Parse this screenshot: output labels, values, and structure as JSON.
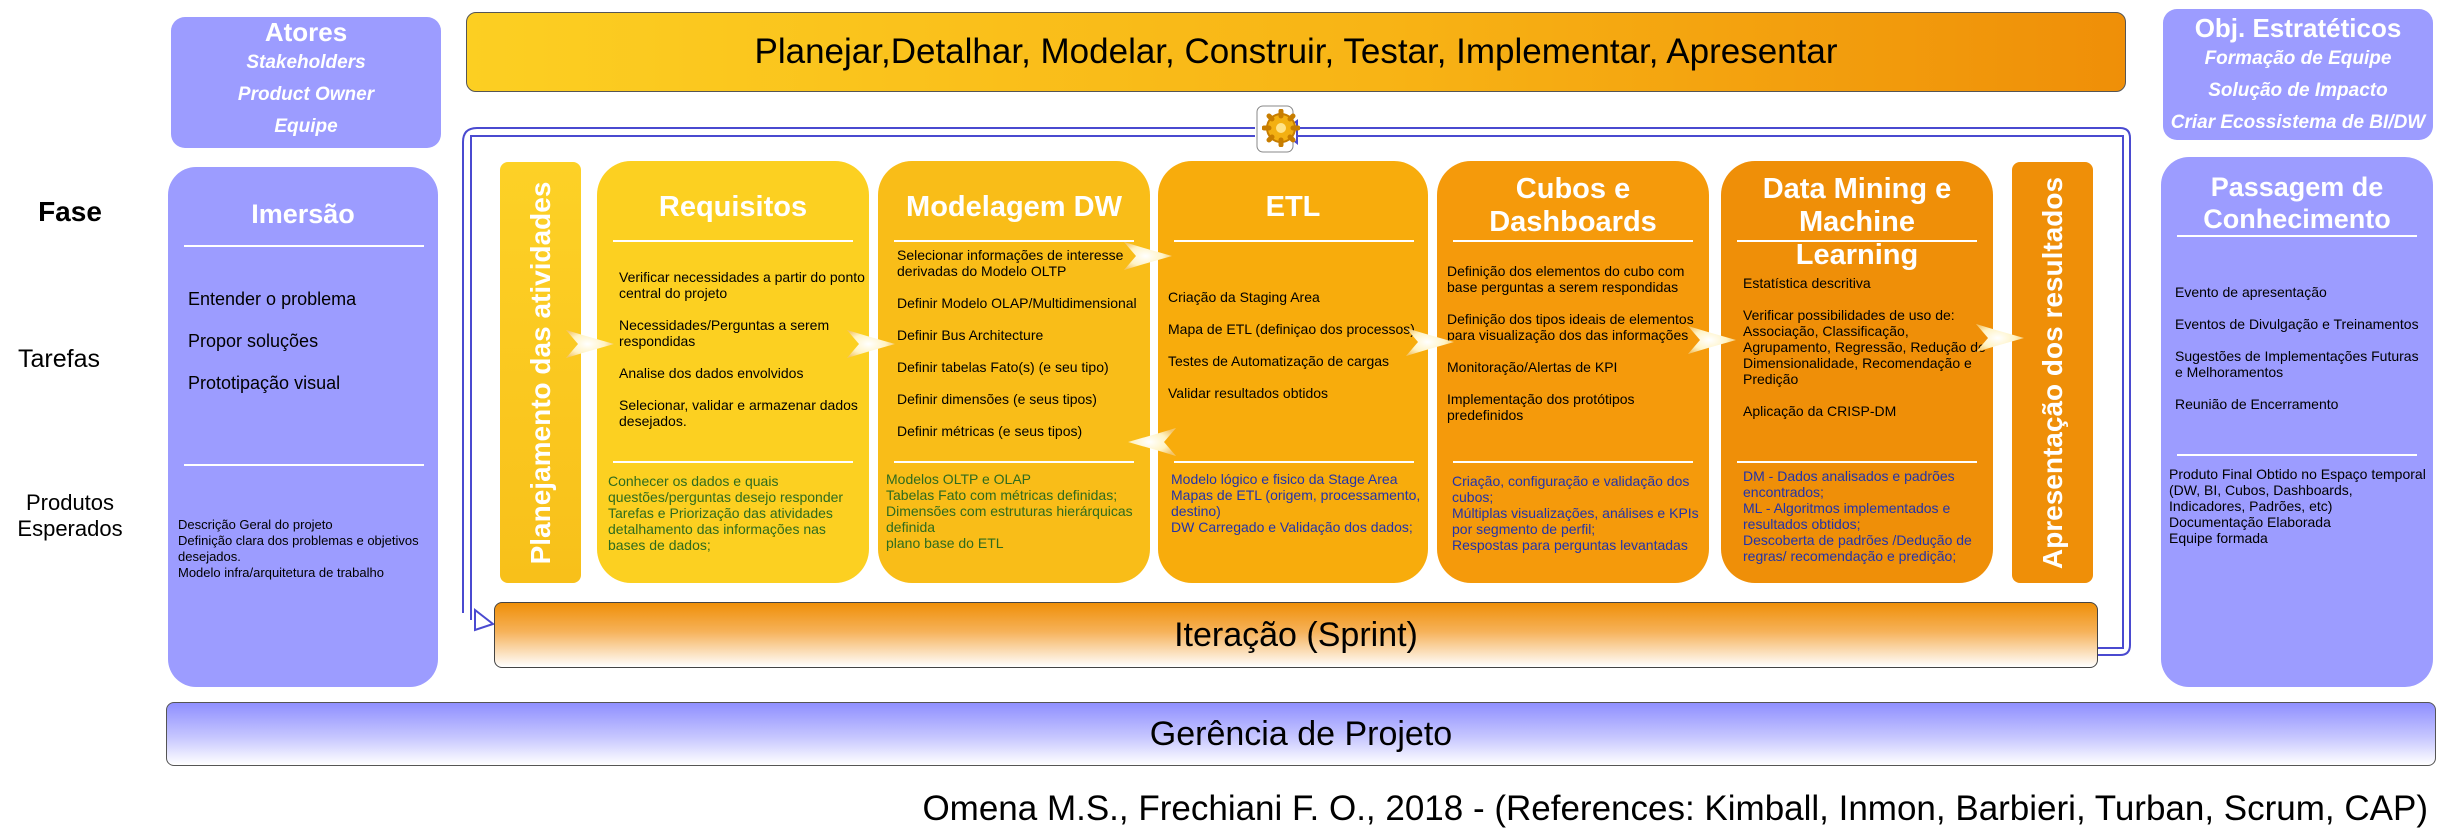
{
  "left_labels": {
    "fase": "Fase",
    "tarefas": "Tarefas",
    "produtos": "Produtos\nEsperados"
  },
  "atores": {
    "title": "Atores",
    "items": [
      "Stakeholders",
      "Product Owner",
      "Equipe"
    ]
  },
  "objetivos": {
    "title": "Obj. Estratéticos",
    "items": [
      "Formação de Equipe",
      "Solução de Impacto",
      "Criar Ecossistema de BI/DW"
    ]
  },
  "top_banner": "Planejar,Detalhar, Modelar, Construir, Testar, Implementar, Apresentar",
  "imersao": {
    "title": "Imersão",
    "tasks": [
      "Entender o problema",
      "Propor soluções",
      "Prototipação visual"
    ],
    "products": [
      "Descrição Geral do projeto",
      "Definição clara dos problemas e objetivos desejados.",
      "Modelo infra/arquitetura de trabalho"
    ]
  },
  "planejamento": "Planejamento das atividades",
  "apresentacao": "Apresentação dos resultados",
  "phases": [
    {
      "title": "Requisitos",
      "tasks": [
        "Verificar necessidades a partir do ponto central do projeto",
        "Necessidades/Perguntas a serem respondidas",
        "Analise dos dados envolvidos",
        "Selecionar,  validar e armazenar dados desejados."
      ],
      "products": [
        "Conhecer os dados e quais questões/perguntas desejo responder",
        "Tarefas e Priorização das atividades detalhamento das informações nas bases de dados;"
      ]
    },
    {
      "title": "Modelagem DW",
      "tasks": [
        "Selecionar informações de interesse derivadas do Modelo OLTP",
        "Definir Modelo OLAP/Multidimensional",
        "Definir Bus Architecture",
        "Definir tabelas Fato(s) (e seu tipo)",
        "Definir dimensões (e seus tipos)",
        "Definir métricas (e seus tipos)"
      ],
      "products": [
        "Modelos OLTP e OLAP",
        "Tabelas Fato com métricas definidas;",
        "Dimensões com estruturas hierárquicas definida",
        "plano base do ETL"
      ]
    },
    {
      "title": "ETL",
      "tasks": [
        "Criação da Staging Area",
        "Mapa de ETL (definiçao dos processos)",
        "Testes de Automatização de cargas",
        "Validar resultados obtidos"
      ],
      "products": [
        "Modelo lógico e fisico da Stage Area",
        "Mapas de ETL (origem, processamento, destino)",
        "DW Carregado e Validação dos dados;"
      ]
    },
    {
      "title": "Cubos e Dashboards",
      "tasks": [
        "Definição dos elementos do cubo com base perguntas a serem respondidas",
        "Definição dos tipos ideais de elementos para visualização dos das informações",
        "Monitoração/Alertas de KPI",
        "Implementação dos protótipos predefinidos"
      ],
      "products": [
        "Criação, configuração e validação dos cubos;",
        "Múltiplas visualizações, análises e KPIs por segmento de perfil;",
        "Respostas para perguntas levantadas"
      ]
    },
    {
      "title": "Data Mining e Machine Learning",
      "tasks": [
        "Estatística descritiva",
        "Verificar possibilidades de uso de: Associação, Classificação, Agrupamento, Regressão, Redução de Dimensionalidade, Recomendação e Predição",
        "Aplicação da CRISP-DM"
      ],
      "products": [
        "DM - Dados analisados e padrões encontrados;",
        "ML - Algoritmos implementados e resultados obtidos;",
        "Descoberta de padrões /Dedução de regras/ recomendação e predição;"
      ]
    }
  ],
  "passagem": {
    "title": "Passagem de Conhecimento",
    "tasks": [
      "Evento de apresentação",
      "Eventos de Divulgação e Treinamentos",
      "Sugestões de Implementações Futuras e Melhoramentos",
      "Reunião de Encerramento"
    ],
    "products": [
      "Produto Final Obtido no Espaço temporal (DW, BI, Cubos, Dashboards, Indicadores, Padrões, etc)",
      "Documentação Elaborada",
      "Equipe formada"
    ]
  },
  "iteracao": "Iteração (Sprint)",
  "gerencia": "Gerência de Projeto",
  "credit": "Omena M.S., Frechiani F. O., 2018  -  (References: Kimball, Inmon, Barbieri, Turban, Scrum, CAP)",
  "colors": {
    "lavender": "#9c9cff",
    "yellow": "#fcd021",
    "orange": "#ef8f08",
    "product_text_green": "#2e6b1e",
    "product_text_blue": "#2233aa"
  }
}
